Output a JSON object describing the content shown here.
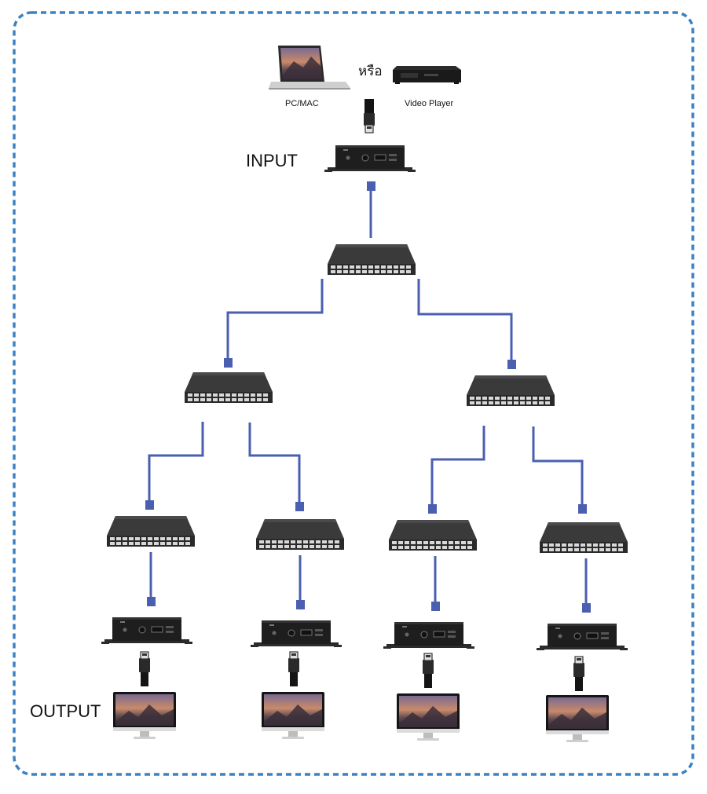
{
  "labels": {
    "or": "หรือ",
    "pc_mac": "PC/MAC",
    "video_player": "Video Player",
    "input": "INPUT",
    "output": "OUTPUT"
  },
  "colors": {
    "frame_border": "#3b82c4",
    "cable": "#4a5fb0",
    "device": "#333333",
    "device_dark": "#1a1a1a",
    "hdmi_cable": "#111111"
  },
  "topology": {
    "sources": [
      "pc-mac",
      "video-player"
    ],
    "transmitter": "input-transmitter",
    "switch_levels": [
      1,
      2,
      4
    ],
    "receivers": 4,
    "displays": 4
  }
}
